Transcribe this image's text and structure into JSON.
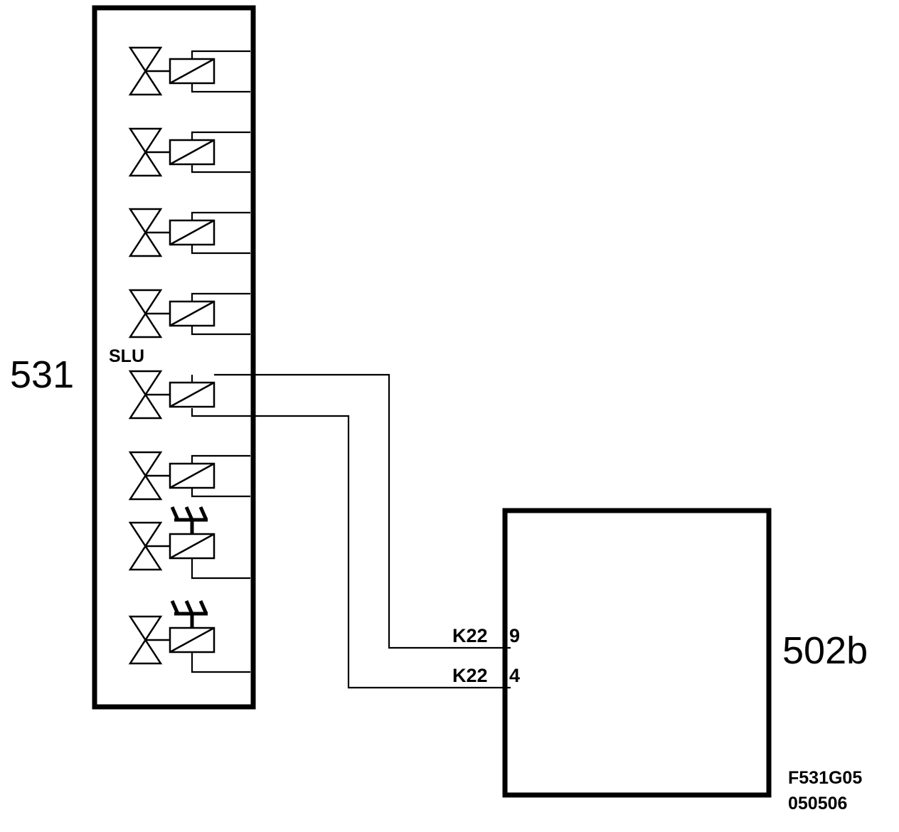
{
  "component_left": {
    "id": "531"
  },
  "component_right": {
    "id": "502b"
  },
  "valve_label": "SLU",
  "pins": [
    {
      "connector": "K22",
      "pin": "9"
    },
    {
      "connector": "K22",
      "pin": "4"
    }
  ],
  "drawing_code": {
    "line1": "F531G05",
    "line2": "050506"
  },
  "valves": [
    {
      "variant": "standard"
    },
    {
      "variant": "standard"
    },
    {
      "variant": "standard"
    },
    {
      "variant": "standard"
    },
    {
      "variant": "standard",
      "labeled": "SLU"
    },
    {
      "variant": "standard"
    },
    {
      "variant": "with-spring"
    },
    {
      "variant": "with-spring"
    }
  ]
}
